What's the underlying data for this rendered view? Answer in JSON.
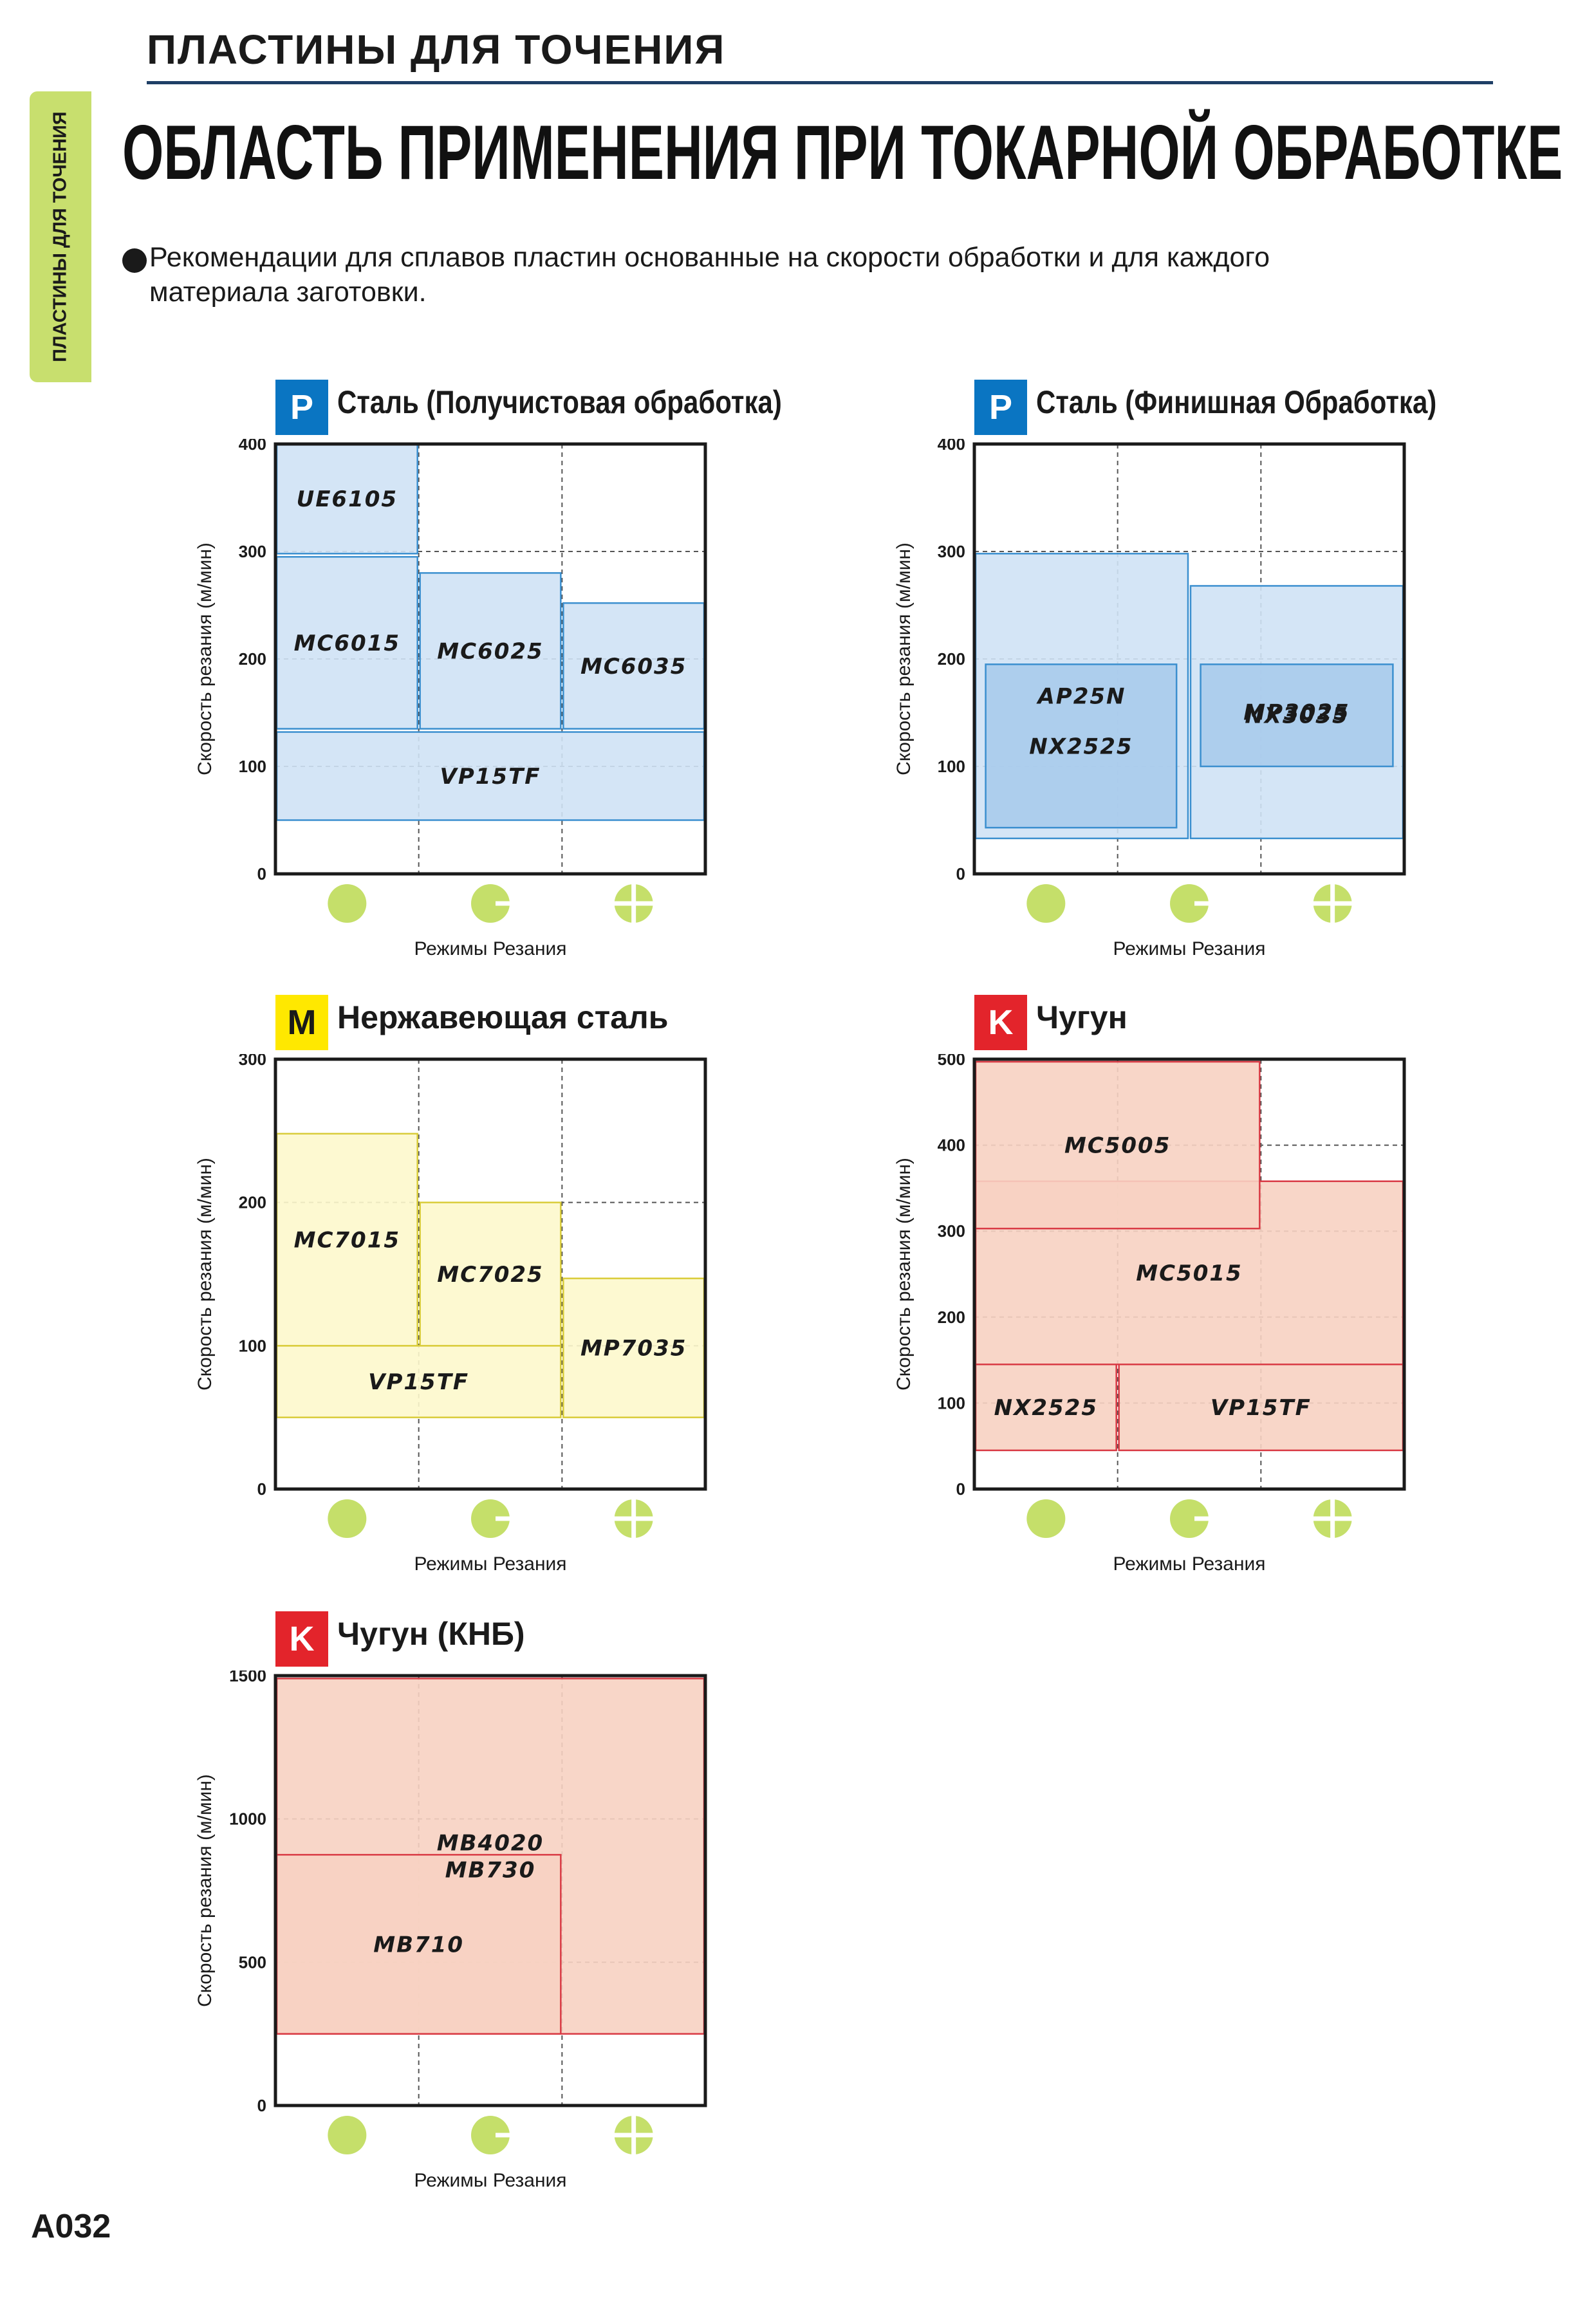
{
  "side_tab": "ПЛАСТИНЫ ДЛЯ ТОЧЕНИЯ",
  "header": "ПЛАСТИНЫ ДЛЯ ТОЧЕНИЯ",
  "title": "ОБЛАСТЬ ПРИМЕНЕНИЯ ПРИ ТОКАРНОЙ ОБРАБОТКЕ",
  "intro": {
    "line1": "Рекомендации для сплавов пластин основанные на скорости обработки и для каждого",
    "line2": "материала заготовки."
  },
  "page_number": "A032",
  "colors": {
    "P_badge": "#0a75c2",
    "M_badge": "#ffe800",
    "K_badge": "#e3242b",
    "blue_fill": "#cfe2f5",
    "blue_fill_dark": "#a8cbec",
    "blue_stroke": "#3b8fcf",
    "yellow_fill": "#fdf8cc",
    "yellow_stroke": "#d9cc3a",
    "red_fill": "#f7d2c2",
    "red_stroke": "#d93b45",
    "condition_icon": "#c5df6a"
  },
  "icons": [
    "continuous-cut-icon",
    "light-interrupted-cut-icon",
    "heavy-interrupted-cut-icon"
  ],
  "chart_data": [
    {
      "id": "p-semi",
      "type": "range",
      "badge": "P",
      "title": "Сталь (Получистовая обработка)",
      "ylabel": "Скорость резания (м/мин)",
      "xlabel": "Режимы Резания",
      "ylim": [
        0,
        400
      ],
      "yticks": [
        0,
        100,
        200,
        300,
        400
      ],
      "grid": true,
      "palette": "blue",
      "regions": [
        {
          "label": "VP15TF",
          "x": [
            0,
            3
          ],
          "y": [
            50,
            132
          ]
        },
        {
          "label": "MC6015",
          "x": [
            0,
            1
          ],
          "y": [
            135,
            295
          ]
        },
        {
          "label": "MC6025",
          "x": [
            1,
            2
          ],
          "y": [
            135,
            280
          ]
        },
        {
          "label": "MC6035",
          "x": [
            2,
            3
          ],
          "y": [
            135,
            252
          ]
        },
        {
          "label": "UE6105",
          "x": [
            0,
            1
          ],
          "y": [
            298,
            400
          ]
        }
      ]
    },
    {
      "id": "p-finish",
      "type": "range",
      "badge": "P",
      "title": "Сталь (Финишная Обработка)",
      "ylabel": "Скорость резания (м/мин)",
      "xlabel": "Режимы Резания",
      "ylim": [
        0,
        400
      ],
      "yticks": [
        0,
        100,
        200,
        300,
        400
      ],
      "grid": true,
      "palette": "blue",
      "regions": [
        {
          "label": "AP25N",
          "x": [
            0,
            1.5
          ],
          "y": [
            33,
            298
          ]
        },
        {
          "label": "MP3025",
          "x": [
            1.5,
            3
          ],
          "y": [
            33,
            268
          ]
        },
        {
          "label": "NX2525",
          "x": [
            0.07,
            1.42
          ],
          "y": [
            43,
            195
          ],
          "dark": true
        },
        {
          "label": "NX3035",
          "x": [
            1.57,
            2.93
          ],
          "y": [
            100,
            195
          ],
          "dark": true
        }
      ]
    },
    {
      "id": "m-stainless",
      "type": "range",
      "badge": "M",
      "title": "Нержавеющая сталь",
      "ylabel": "Скорость резания (м/мин)",
      "xlabel": "Режимы Резания",
      "ylim": [
        0,
        300
      ],
      "yticks": [
        0,
        100,
        200,
        300
      ],
      "grid": true,
      "palette": "yellow",
      "regions": [
        {
          "label": "VP15TF",
          "x": [
            0,
            2
          ],
          "y": [
            50,
            100
          ]
        },
        {
          "label": "MC7015",
          "x": [
            0,
            1
          ],
          "y": [
            100,
            248
          ]
        },
        {
          "label": "MC7025",
          "x": [
            1,
            2
          ],
          "y": [
            100,
            200
          ]
        },
        {
          "label": "MP7035",
          "x": [
            2,
            3
          ],
          "y": [
            50,
            147
          ]
        }
      ]
    },
    {
      "id": "k-castiron",
      "type": "range",
      "badge": "K",
      "title": "Чугун",
      "ylabel": "Скорость резания (м/мин)",
      "xlabel": "Режимы Резания",
      "ylim": [
        0,
        500
      ],
      "yticks": [
        0,
        100,
        200,
        300,
        400,
        500
      ],
      "grid": true,
      "palette": "red",
      "regions": [
        {
          "label": "NX2525",
          "x": [
            0,
            1
          ],
          "y": [
            45,
            145
          ]
        },
        {
          "label": "VP15TF",
          "x": [
            1,
            3
          ],
          "y": [
            45,
            145
          ]
        },
        {
          "label": "MC5015",
          "x": [
            0,
            3
          ],
          "y": [
            145,
            358
          ]
        },
        {
          "label": "MC5005",
          "x": [
            0,
            2
          ],
          "y": [
            303,
            497
          ]
        }
      ]
    },
    {
      "id": "k-cbn",
      "type": "range",
      "badge": "K",
      "title": "Чугун (КНБ)",
      "ylabel": "Скорость резания (м/мин)",
      "xlabel": "Режимы Резания",
      "ylim": [
        0,
        1500
      ],
      "yticks": [
        0,
        500,
        1000,
        1500
      ],
      "grid": true,
      "palette": "red",
      "regions": [
        {
          "label": "MB4020\nMB730",
          "x": [
            0,
            3
          ],
          "y": [
            250,
            1490
          ]
        },
        {
          "label": "MB710",
          "x": [
            0,
            2
          ],
          "y": [
            250,
            875
          ]
        }
      ]
    }
  ]
}
